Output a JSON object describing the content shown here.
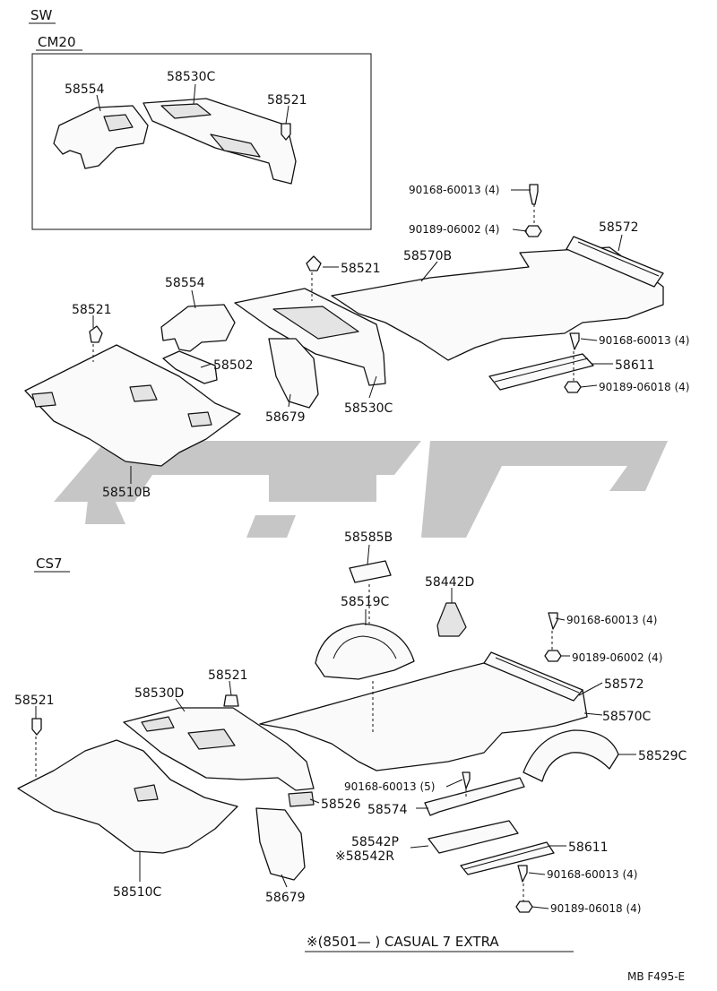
{
  "sections": {
    "sw": "SW",
    "cm20": "CM20",
    "cs7": "CS7"
  },
  "labels": {
    "l01": "58554",
    "l02": "58530C",
    "l03": "58521",
    "l04": "90168-60013 (4)",
    "l05": "90189-06002 (4)",
    "l06": "58572",
    "l07": "58570B",
    "l08": "58521",
    "l09": "58554",
    "l10": "58521",
    "l11": "58502",
    "l12": "90168-60013 (4)",
    "l13": "58611",
    "l14": "90189-06018 (4)",
    "l15": "58679",
    "l16": "58530C",
    "l17": "58510B",
    "l18": "58585B",
    "l19": "58442D",
    "l20": "58519C",
    "l21": "90168-60013 (4)",
    "l22": "90189-06002 (4)",
    "l23": "58572",
    "l24": "58521",
    "l25": "58530D",
    "l26": "58521",
    "l27": "58570C",
    "l28": "58529C",
    "l29": "90168-60013 (5)",
    "l30": "58526",
    "l31": "58574",
    "l32": "58542P",
    "l33": "※58542R",
    "l34": "58611",
    "l35": "90168-60013 (4)",
    "l36": "90189-06018 (4)",
    "l37": "58510C",
    "l38": "58679"
  },
  "footnote": "※(8501—      ) CASUAL 7 EXTRA",
  "figure_code": "MB  F495-E"
}
